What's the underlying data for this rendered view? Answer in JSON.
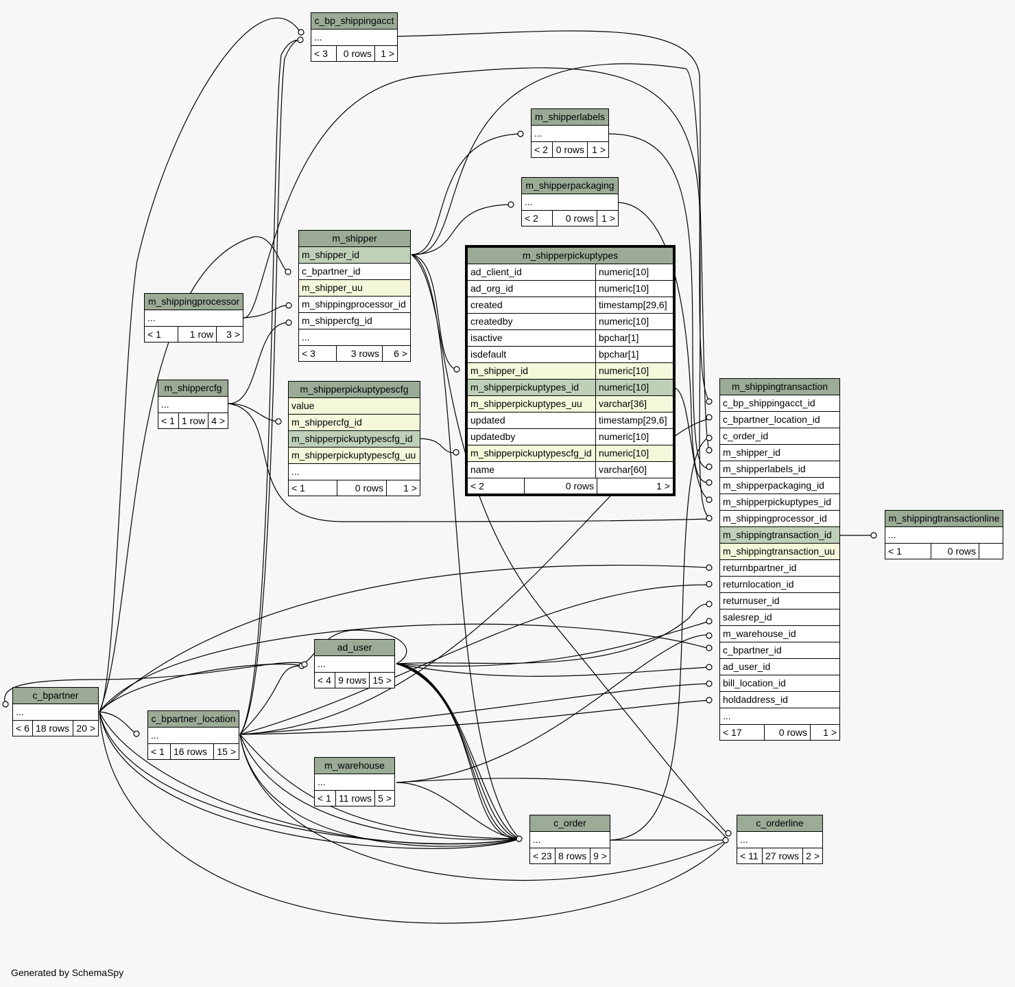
{
  "footer": "Generated by SchemaSpy",
  "colors": {
    "header": "#9bab96",
    "primary_key": "#bed1b8",
    "indexed": "#f4f7da",
    "background": "#f7f7f7"
  },
  "tables": {
    "c_bp_shippingacct": {
      "name": "c_bp_shippingacct",
      "columns": [
        {
          "name": "..."
        }
      ],
      "parents": "< 3",
      "rows": "0 rows",
      "children": "1 >"
    },
    "m_shipperlabels": {
      "name": "m_shipperlabels",
      "columns": [
        {
          "name": "..."
        }
      ],
      "parents": "< 2",
      "rows": "0 rows",
      "children": "1 >"
    },
    "m_shipperpackaging": {
      "name": "m_shipperpackaging",
      "columns": [
        {
          "name": "..."
        }
      ],
      "parents": "< 2",
      "rows": "0 rows",
      "children": "1 >"
    },
    "m_shipper": {
      "name": "m_shipper",
      "columns": [
        {
          "name": "m_shipper_id",
          "kind": "pk"
        },
        {
          "name": "c_bpartner_id",
          "kind": ""
        },
        {
          "name": "m_shipper_uu",
          "kind": "idx"
        },
        {
          "name": "m_shippingprocessor_id",
          "kind": ""
        },
        {
          "name": "m_shippercfg_id",
          "kind": ""
        },
        {
          "name": "...",
          "kind": ""
        }
      ],
      "parents": "< 3",
      "rows": "3 rows",
      "children": "6 >"
    },
    "m_shippingprocessor": {
      "name": "m_shippingprocessor",
      "columns": [
        {
          "name": "..."
        }
      ],
      "parents": "< 1",
      "rows": "1 row",
      "children": "3 >"
    },
    "m_shippercfg": {
      "name": "m_shippercfg",
      "columns": [
        {
          "name": "..."
        }
      ],
      "parents": "< 1",
      "rows": "1 row",
      "children": "4 >"
    },
    "m_shipperpickuptypescfg": {
      "name": "m_shipperpickuptypescfg",
      "columns": [
        {
          "name": "value",
          "kind": "idx"
        },
        {
          "name": "m_shippercfg_id",
          "kind": "idx"
        },
        {
          "name": "m_shipperpickuptypescfg_id",
          "kind": "pk"
        },
        {
          "name": "m_shipperpickuptypescfg_uu",
          "kind": "idx"
        },
        {
          "name": "...",
          "kind": ""
        }
      ],
      "parents": "< 1",
      "rows": "0 rows",
      "children": "1 >"
    },
    "m_shipperpickuptypes": {
      "name": "m_shipperpickuptypes",
      "columns": [
        {
          "name": "ad_client_id",
          "type": "numeric[10]",
          "kind": ""
        },
        {
          "name": "ad_org_id",
          "type": "numeric[10]",
          "kind": ""
        },
        {
          "name": "created",
          "type": "timestamp[29,6]",
          "kind": ""
        },
        {
          "name": "createdby",
          "type": "numeric[10]",
          "kind": ""
        },
        {
          "name": "isactive",
          "type": "bpchar[1]",
          "kind": ""
        },
        {
          "name": "isdefault",
          "type": "bpchar[1]",
          "kind": ""
        },
        {
          "name": "m_shipper_id",
          "type": "numeric[10]",
          "kind": "idx"
        },
        {
          "name": "m_shipperpickuptypes_id",
          "type": "numeric[10]",
          "kind": "pk"
        },
        {
          "name": "m_shipperpickuptypes_uu",
          "type": "varchar[36]",
          "kind": "idx"
        },
        {
          "name": "updated",
          "type": "timestamp[29,6]",
          "kind": ""
        },
        {
          "name": "updatedby",
          "type": "numeric[10]",
          "kind": ""
        },
        {
          "name": "m_shipperpickuptypescfg_id",
          "type": "numeric[10]",
          "kind": "idx"
        },
        {
          "name": "name",
          "type": "varchar[60]",
          "kind": ""
        }
      ],
      "parents": "< 2",
      "rows": "0 rows",
      "children": "1 >"
    },
    "m_shippingtransaction": {
      "name": "m_shippingtransaction",
      "columns": [
        {
          "name": "c_bp_shippingacct_id",
          "kind": ""
        },
        {
          "name": "c_bpartner_location_id",
          "kind": ""
        },
        {
          "name": "c_order_id",
          "kind": ""
        },
        {
          "name": "m_shipper_id",
          "kind": ""
        },
        {
          "name": "m_shipperlabels_id",
          "kind": ""
        },
        {
          "name": "m_shipperpackaging_id",
          "kind": ""
        },
        {
          "name": "m_shipperpickuptypes_id",
          "kind": ""
        },
        {
          "name": "m_shippingprocessor_id",
          "kind": ""
        },
        {
          "name": "m_shippingtransaction_id",
          "kind": "pk"
        },
        {
          "name": "m_shippingtransaction_uu",
          "kind": "idx"
        },
        {
          "name": "returnbpartner_id",
          "kind": ""
        },
        {
          "name": "returnlocation_id",
          "kind": ""
        },
        {
          "name": "returnuser_id",
          "kind": ""
        },
        {
          "name": "salesrep_id",
          "kind": ""
        },
        {
          "name": "m_warehouse_id",
          "kind": ""
        },
        {
          "name": "c_bpartner_id",
          "kind": ""
        },
        {
          "name": "ad_user_id",
          "kind": ""
        },
        {
          "name": "bill_location_id",
          "kind": ""
        },
        {
          "name": "holdaddress_id",
          "kind": ""
        },
        {
          "name": "...",
          "kind": ""
        }
      ],
      "parents": "< 17",
      "rows": "0 rows",
      "children": "1 >"
    },
    "m_shippingtransactionline": {
      "name": "m_shippingtransactionline",
      "columns": [
        {
          "name": "..."
        }
      ],
      "parents": "< 1",
      "rows": "0 rows",
      "children": ""
    },
    "c_bpartner": {
      "name": "c_bpartner",
      "columns": [
        {
          "name": "..."
        }
      ],
      "parents": "< 6",
      "rows": "18 rows",
      "children": "20 >"
    },
    "c_bpartner_location": {
      "name": "c_bpartner_location",
      "columns": [
        {
          "name": "..."
        }
      ],
      "parents": "< 1",
      "rows": "16 rows",
      "children": "15 >"
    },
    "ad_user": {
      "name": "ad_user",
      "columns": [
        {
          "name": "..."
        }
      ],
      "parents": "< 4",
      "rows": "9 rows",
      "children": "15 >"
    },
    "m_warehouse": {
      "name": "m_warehouse",
      "columns": [
        {
          "name": "..."
        }
      ],
      "parents": "< 1",
      "rows": "11 rows",
      "children": "5 >"
    },
    "c_order": {
      "name": "c_order",
      "columns": [
        {
          "name": "..."
        }
      ],
      "parents": "< 23",
      "rows": "8 rows",
      "children": "9 >"
    },
    "c_orderline": {
      "name": "c_orderline",
      "columns": [
        {
          "name": "..."
        }
      ],
      "parents": "< 11",
      "rows": "27 rows",
      "children": "2 >"
    }
  }
}
